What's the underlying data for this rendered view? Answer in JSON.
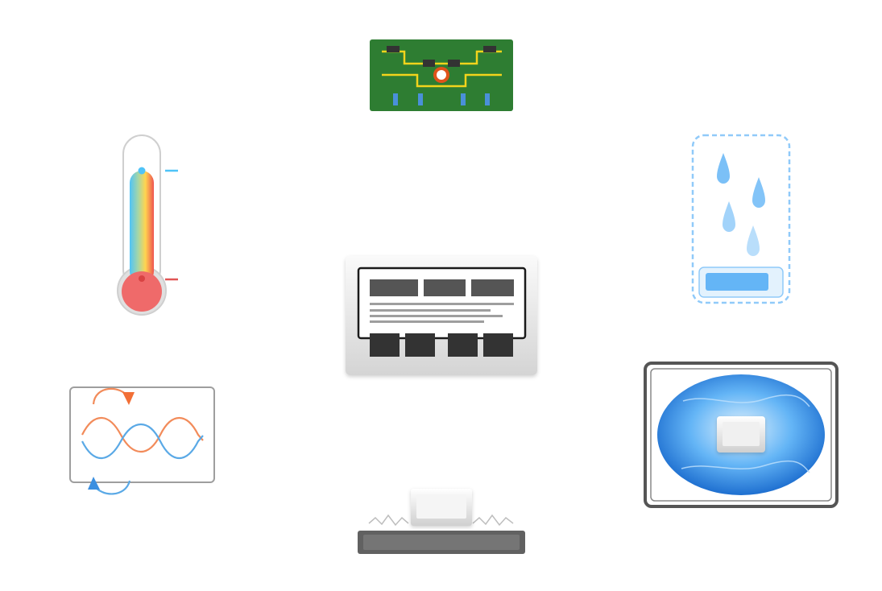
{
  "diagram": {
    "center": {
      "icon": "device-module-icon"
    },
    "nodes": [
      {
        "id": "circuit-board",
        "icon": "circuit-board-icon",
        "colors": {
          "board": "#2e7d32",
          "trace": "#f2d41c",
          "chip": "#333333",
          "pin": "#4a90d9",
          "pad": "#e0531b"
        }
      },
      {
        "id": "thermal-cycling",
        "icon": "thermometer-icon",
        "colors": {
          "hot": "#ef5350",
          "cold": "#4fc3f7"
        }
      },
      {
        "id": "humidity",
        "icon": "water-droplets-icon",
        "colors": {
          "drop": "#64b5f6",
          "border": "#90caf9"
        }
      },
      {
        "id": "vibration",
        "icon": "vibration-waves-icon",
        "colors": {
          "wave-a": "#f28b5a",
          "wave-b": "#5aa9e6"
        }
      },
      {
        "id": "mechanical-stress",
        "icon": "press-plate-icon",
        "colors": {
          "base": "#616161"
        }
      },
      {
        "id": "immersion",
        "icon": "liquid-immersion-icon",
        "colors": {
          "liquid": "#1e88e5"
        }
      }
    ]
  }
}
